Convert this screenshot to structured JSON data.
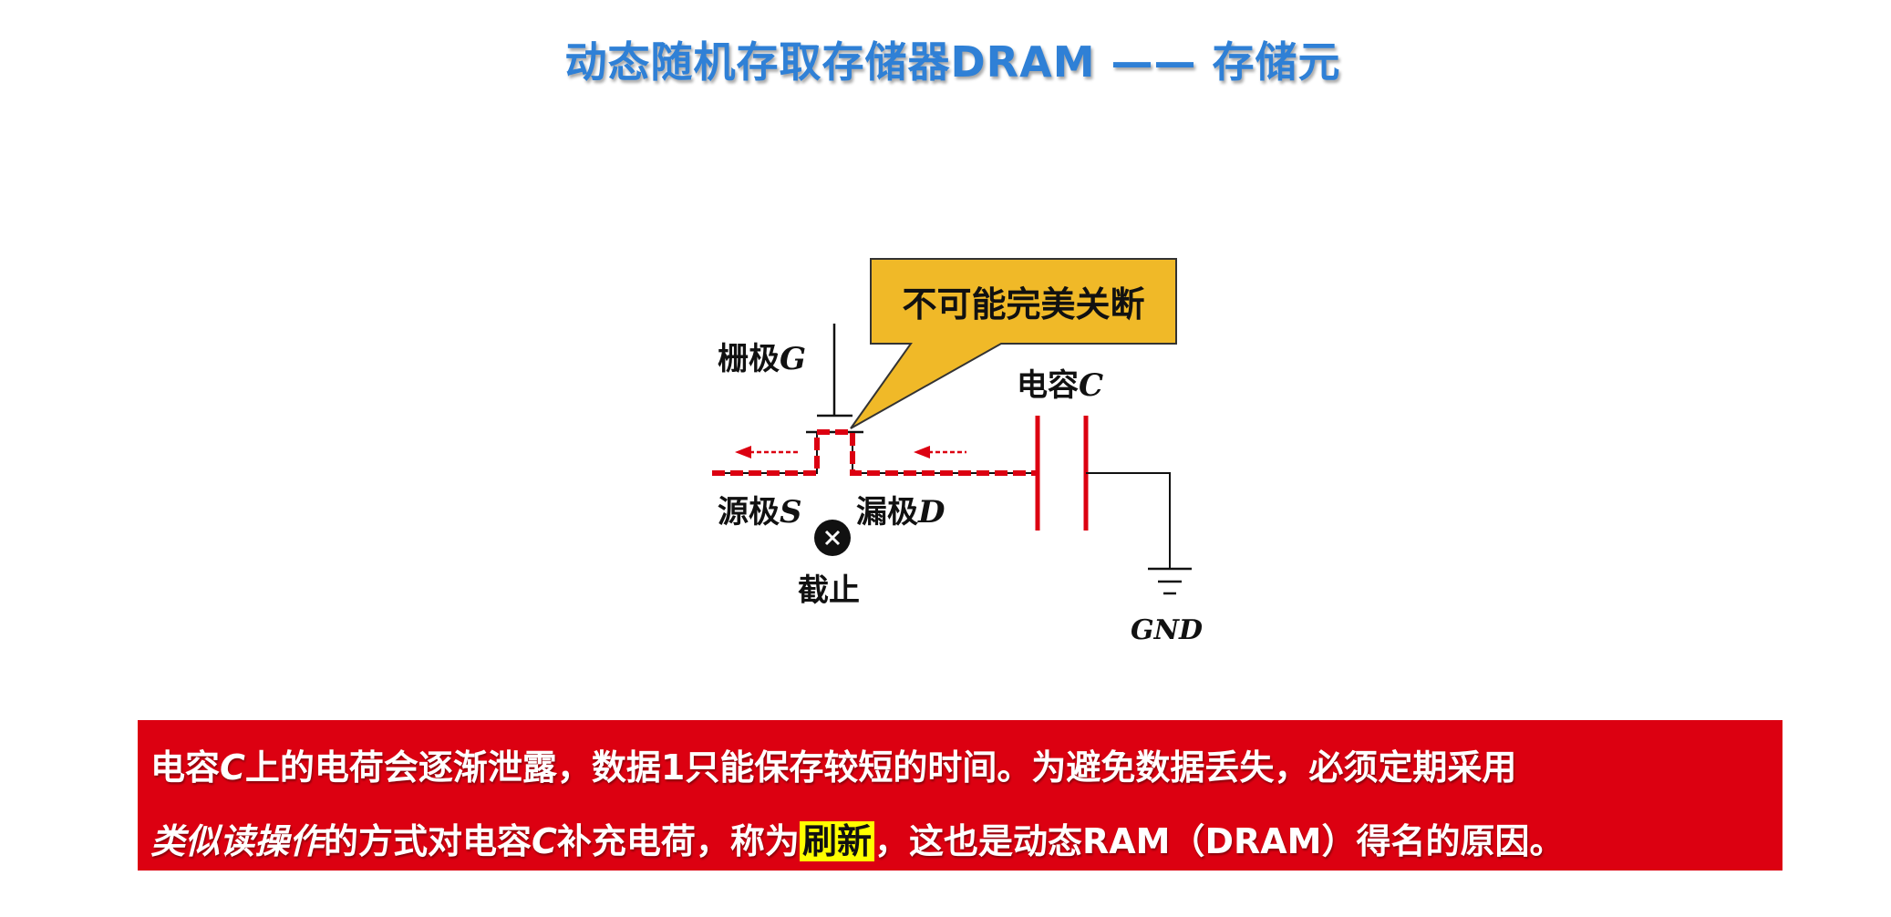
{
  "title": "动态随机存取存储器DRAM —— 存储元",
  "diagram": {
    "callout": "不可能完美关断",
    "gate_label": "栅极",
    "gate_symbol": "G",
    "source_label": "源极",
    "source_symbol": "S",
    "drain_label": "漏极",
    "drain_symbol": "D",
    "capacitor_label": "电容",
    "capacitor_symbol": "C",
    "cutoff_label": "截止",
    "cutoff_icon": "x-circle-icon",
    "ground_label": "GND",
    "colors": {
      "leak": "#dc0011",
      "callout": "#f0b928",
      "wire": "#111111"
    }
  },
  "note": {
    "line1_a": "电容",
    "line1_c": "C",
    "line1_b": "上的电荷会逐渐泄露，数据1只能保存较短的时间。为避免数据丢失，必须定期采用",
    "line2_italic": "类似读操作",
    "line2_a": "的方式对电容",
    "line2_c": "C",
    "line2_b": "补充电荷，称为",
    "line2_highlight": "刷新",
    "line2_d": "，这也是动态RAM（DRAM）得名的原因。",
    "colors": {
      "background": "#dc0011",
      "highlight": "#ffff00"
    }
  }
}
